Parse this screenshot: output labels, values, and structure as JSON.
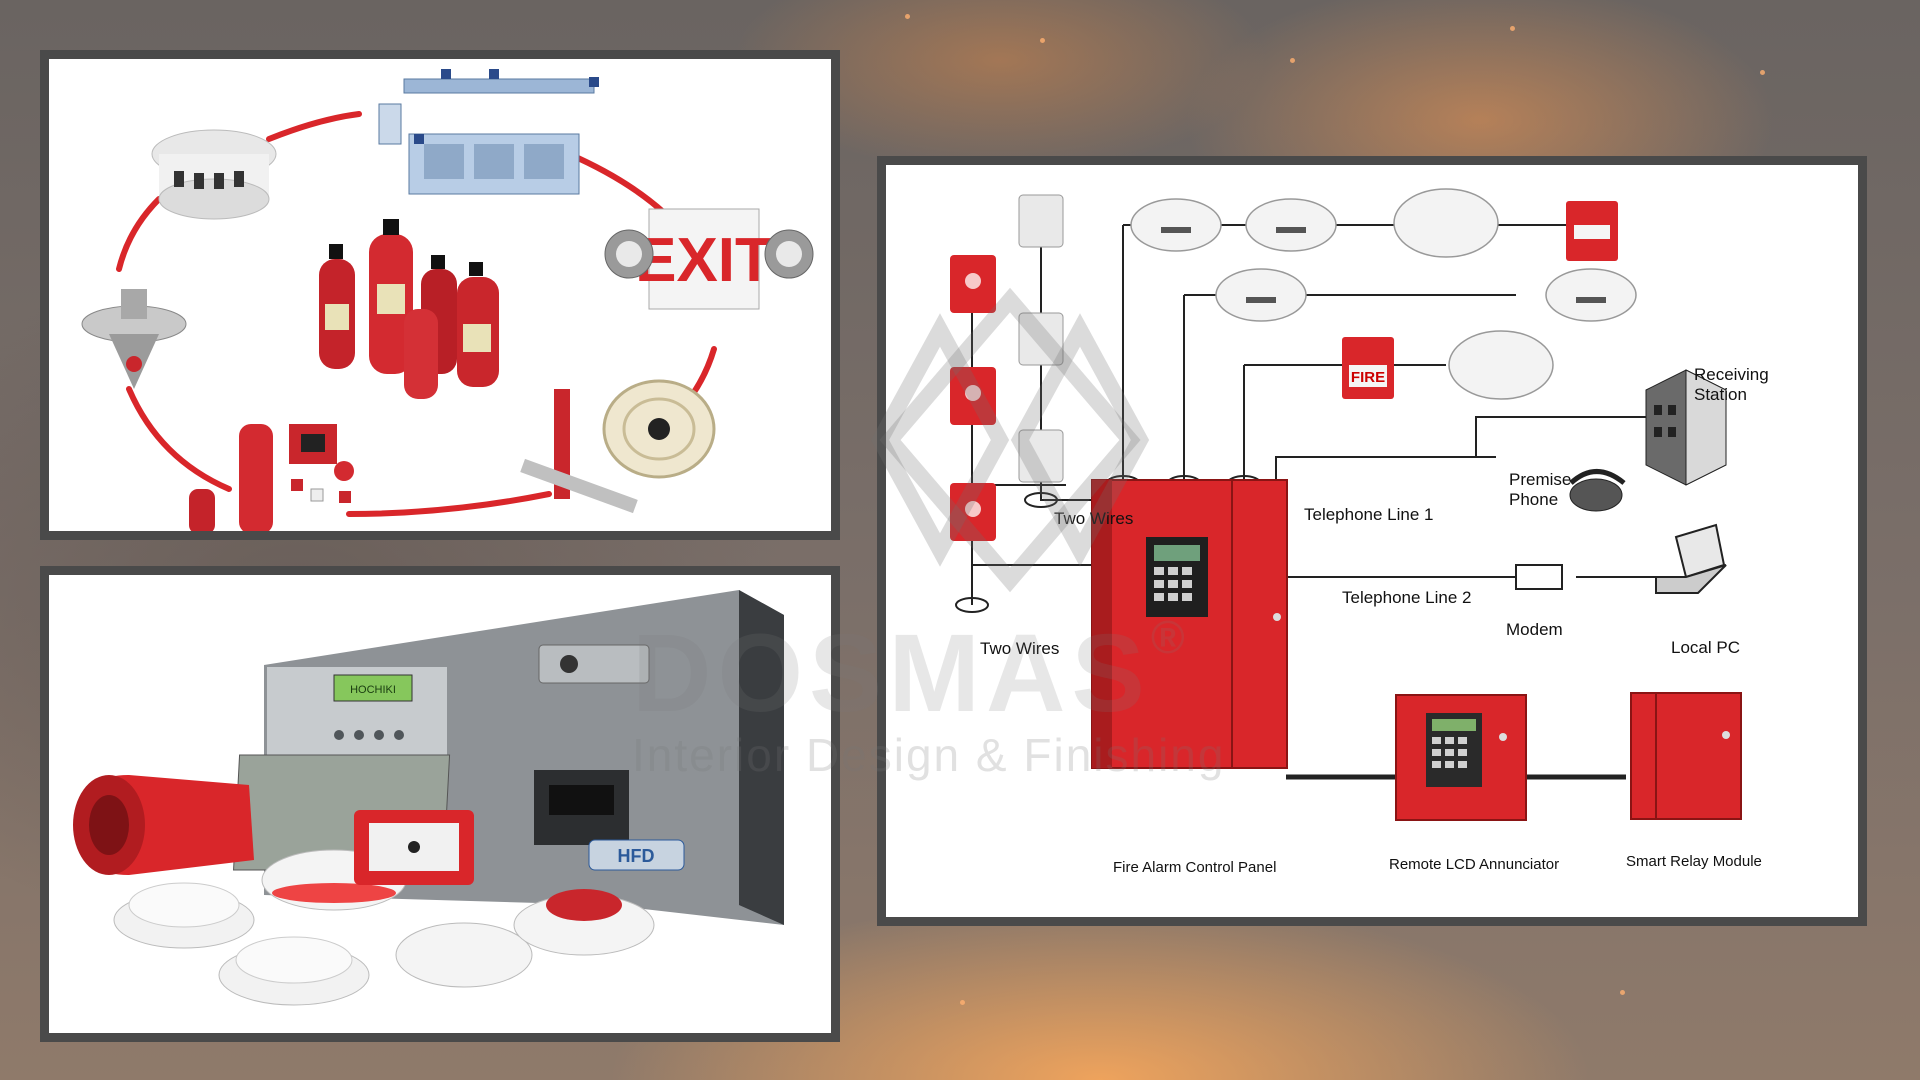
{
  "equipment_ring": {
    "exit_sign_text": "EXIT"
  },
  "product_group": {
    "brand_badge": "HFD",
    "panel_brand": "HOCHIKI"
  },
  "diagram": {
    "labels": {
      "two_wires_top": "Two Wires",
      "two_wires_bottom": "Two Wires",
      "telephone_line_1": "Telephone Line 1",
      "telephone_line_2": "Telephone Line 2",
      "premise_phone": "Premise\nPhone",
      "receiving_station": "Receiving\nStation",
      "modem": "Modem",
      "local_pc": "Local PC",
      "fire_alarm_control_panel": "Fire Alarm Control Panel",
      "remote_lcd_annunciator": "Remote LCD Annunciator",
      "smart_relay_module": "Smart Relay Module",
      "pull_station_text": "FIRE"
    }
  },
  "watermark": {
    "name": "DOSMAS",
    "registered": "®",
    "tagline": "Interior Design & Finishing"
  },
  "colors": {
    "alarm_red": "#d9262a",
    "frame_gray": "#4a4a4a",
    "line_color": "#222222"
  }
}
